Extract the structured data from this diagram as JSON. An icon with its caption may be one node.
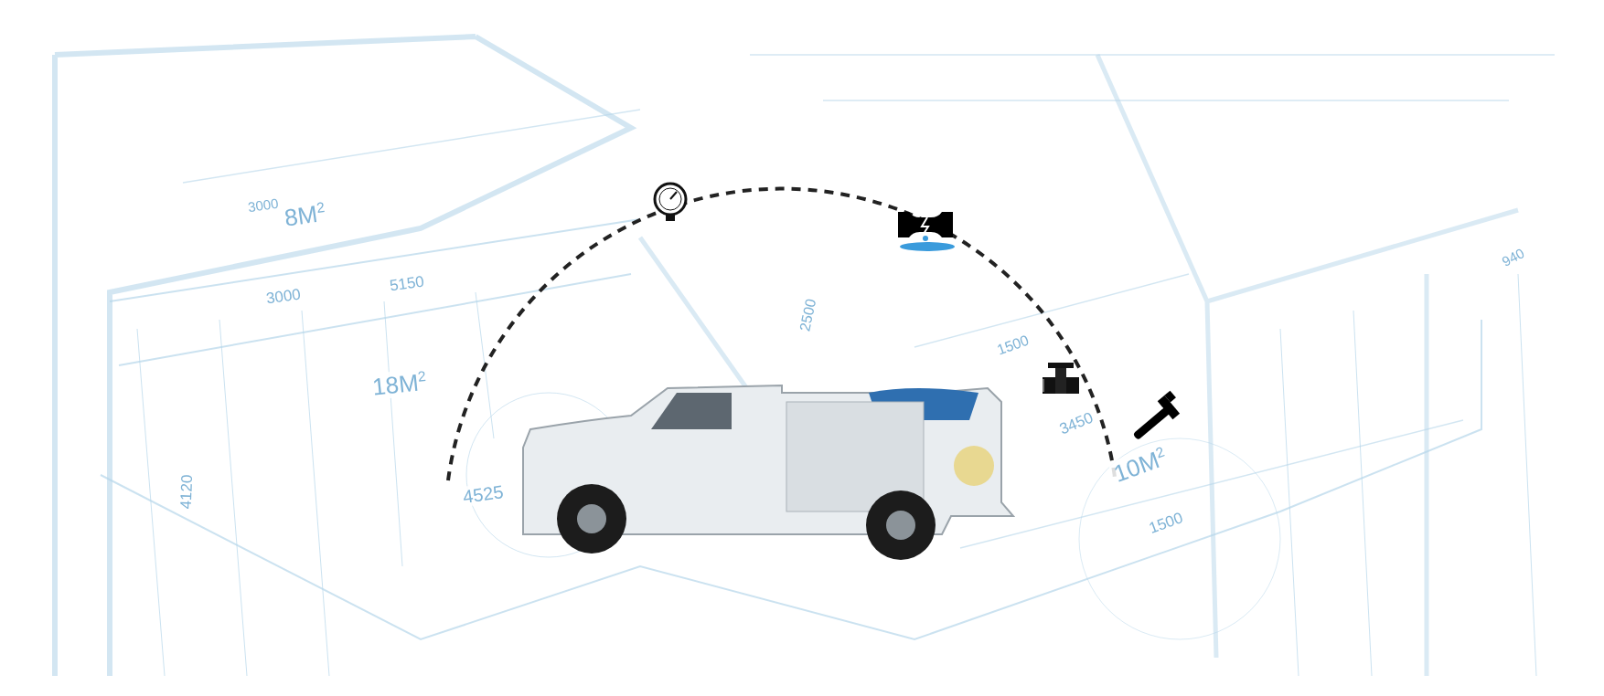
{
  "diagram": {
    "labels": [
      "3000",
      "8M$^{2}$",
      "3000",
      "5150",
      "2500",
      "18M$^{2}$",
      "4120",
      "4525",
      "1500",
      "940",
      "3450",
      "10M$^{2}$",
      "1500"
    ]
  }
}
